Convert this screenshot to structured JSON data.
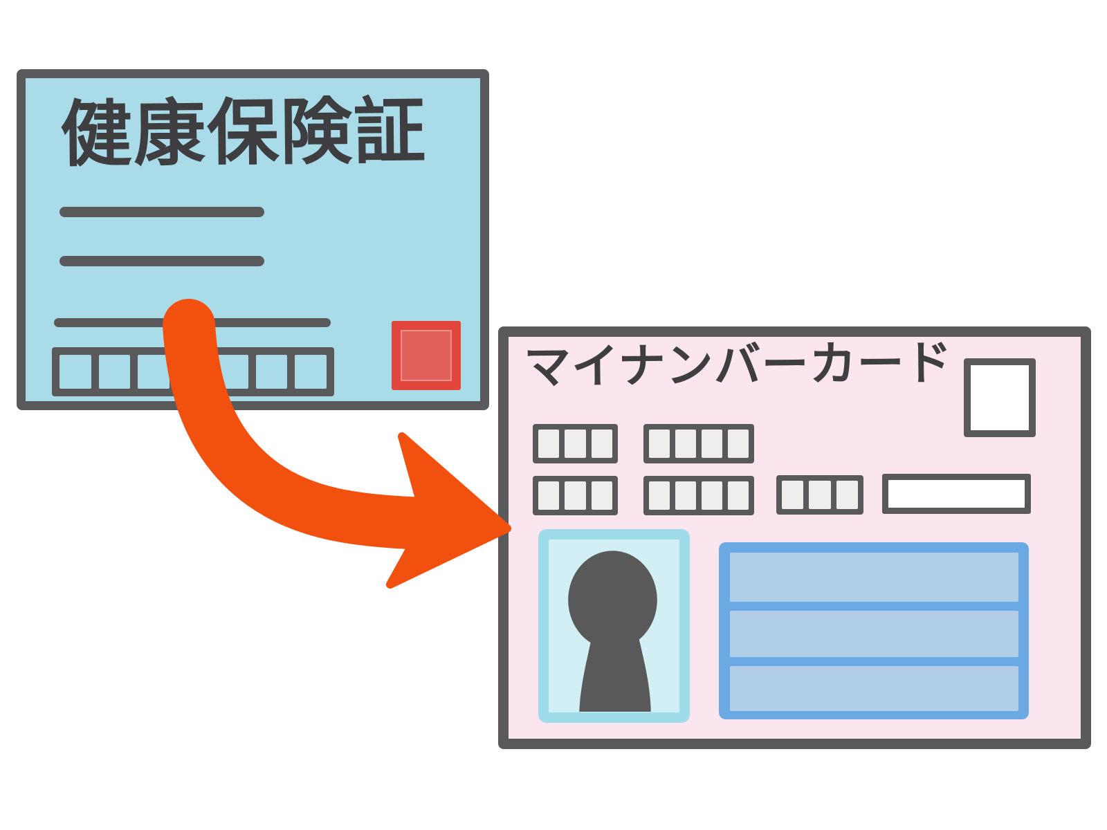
{
  "scene": {
    "background_color": "#FFFFFF",
    "arrow": {
      "name": "conversion-arrow",
      "color": "#F2500E",
      "direction": "curves-from-insurance-card-to-my-number-card"
    }
  },
  "health_insurance_card": {
    "title": "健康保険証",
    "background": "#A9DBE8",
    "border_color": "#59595B",
    "text_color": "#3E3E40",
    "placeholder_lines": 3,
    "number_strip": {
      "cells": 7,
      "cell_color": "#A9DBE8"
    },
    "stamp": {
      "outer_color": "#E0463C",
      "inner_color": "#E3615B"
    }
  },
  "my_number_card": {
    "title": "マイナンバーカード",
    "background": "#FBE5EF",
    "border_color": "#59595B",
    "text_color": "#3E3E40",
    "small_blank_box_color": "#FFFFFF",
    "long_blank_field_color": "#FFFFFF",
    "digit_cell_color": "#F0EEEC",
    "digit_groups": [
      {
        "cells": 3
      },
      {
        "cells": 4
      },
      {
        "cells": 3
      },
      {
        "cells": 4
      },
      {
        "cells": 3
      }
    ],
    "photo_box": {
      "frame_color": "#9EDCE9",
      "inner_color": "#D2EFF5",
      "silhouette_color": "#595959"
    },
    "info_panel": {
      "panel_color": "#6AA9E2",
      "bar_color": "#B2CFE9",
      "bars": 3
    }
  }
}
